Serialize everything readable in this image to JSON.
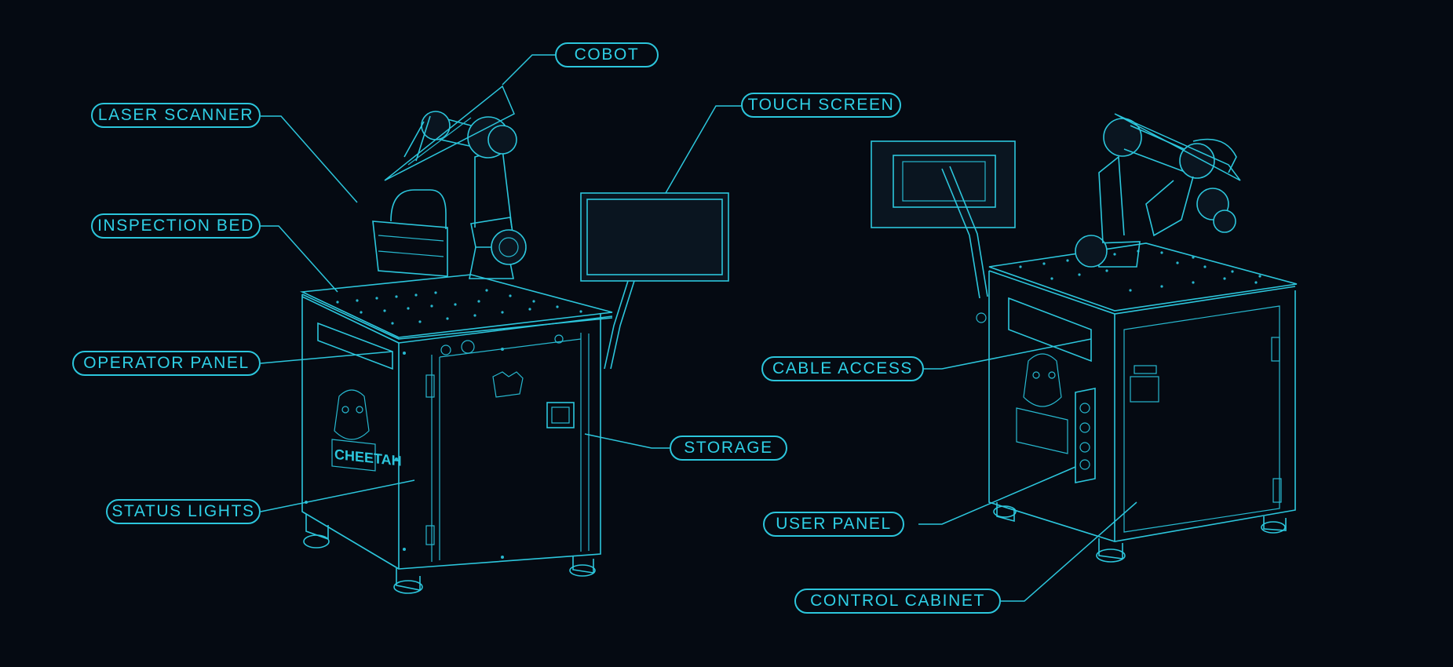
{
  "callouts": {
    "cobot": "COBOT",
    "laser_scanner": "LASER SCANNER",
    "touch_screen": "TOUCH SCREEN",
    "inspection_bed": "INSPECTION BED",
    "operator_panel": "OPERATOR PANEL",
    "storage": "STORAGE",
    "status_lights": "STATUS LIGHTS",
    "cable_access": "CABLE ACCESS",
    "user_panel": "USER PANEL",
    "control_cabinet": "CONTROL CABINET"
  },
  "brand": {
    "logo_text": "CHEETAH"
  },
  "colors": {
    "background": "#050a12",
    "line": "#2cc6dc",
    "text": "#2fd0e6"
  }
}
